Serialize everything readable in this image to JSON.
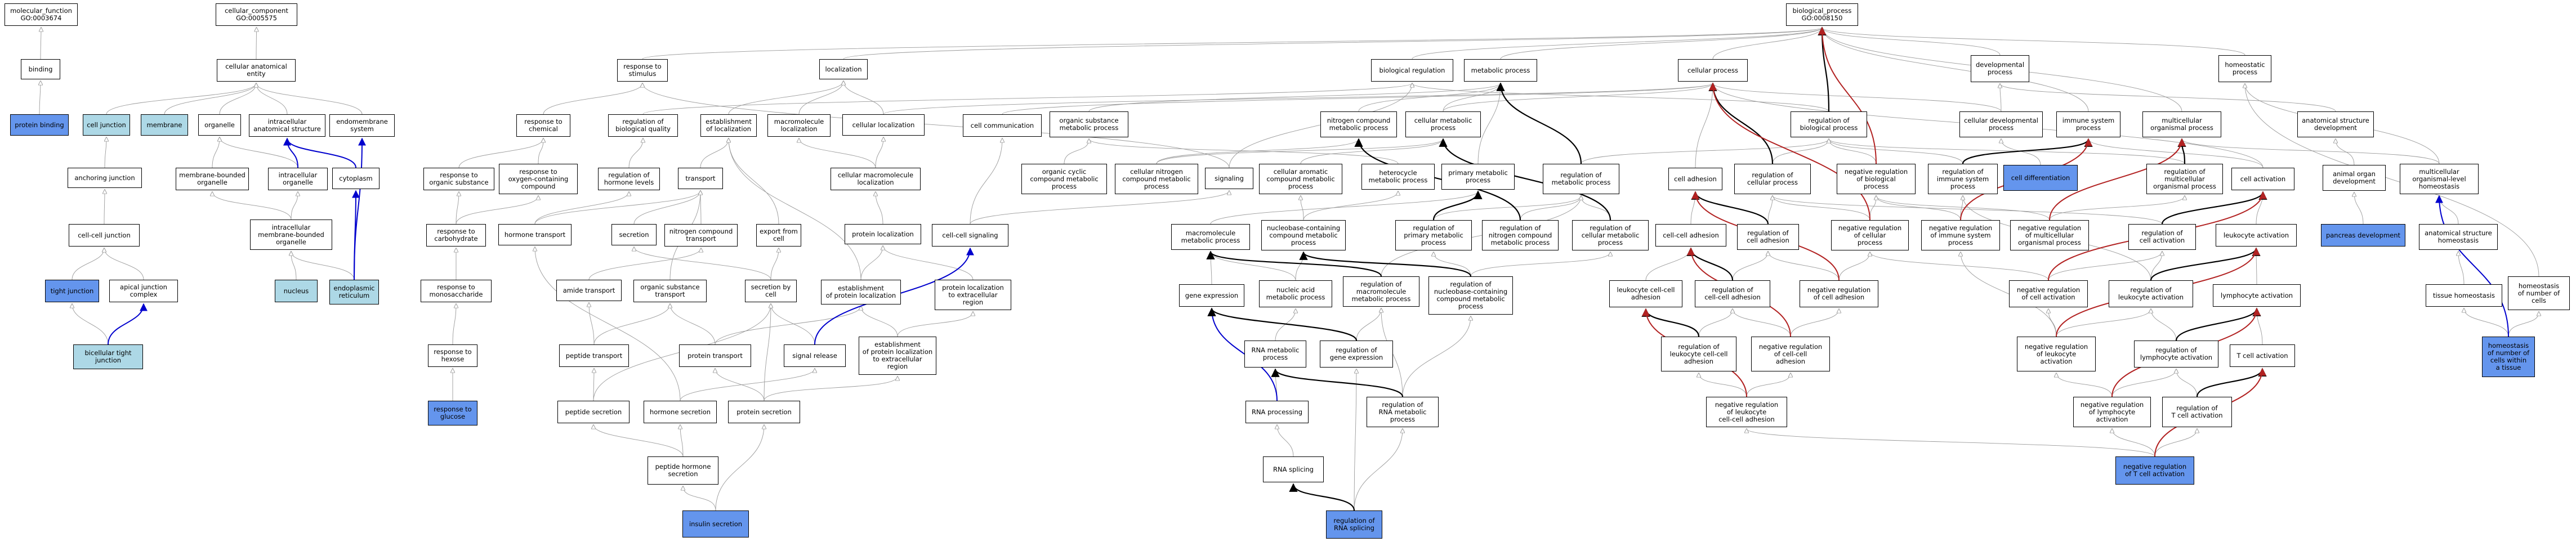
{
  "colors": {
    "query": "#6495ED",
    "component": "#ADD8E6",
    "plain": "#FFFFFF",
    "edge_is_a": "#9a9a9a",
    "edge_regulates": "#000000",
    "edge_neg_regulates": "#B22222",
    "edge_part_of": "#0000CD"
  },
  "nodes": {
    "molecular_function": "molecular_function\nGO:0003674",
    "binding": "binding",
    "protein_binding": "protein binding",
    "cellular_component": "cellular_component\nGO:0005575",
    "cellular_anatomical_entity": "cellular anatomical\nentity",
    "cell_junction": "cell junction",
    "membrane": "membrane",
    "organelle": "organelle",
    "intracellular_anatomical_structure": "intracellular\nanatomical structure",
    "endomembrane_system": "endomembrane\nsystem",
    "anchoring_junction": "anchoring junction",
    "membrane_bounded_organelle": "membrane-bounded\norganelle",
    "intracellular_organelle": "intracellular\norganelle",
    "cytoplasm": "cytoplasm",
    "cell_cell_junction": "cell-cell junction",
    "intracellular_membrane_bounded_organelle": "intracellular\nmembrane-bounded\norganelle",
    "tight_junction": "tight junction",
    "apical_junction_complex": "apical junction\ncomplex",
    "nucleus": "nucleus",
    "endoplasmic_reticulum": "endoplasmic\nreticulum",
    "bicellular_tight_junction": "bicellular tight\njunction",
    "response_to_stimulus": "response to\nstimulus",
    "response_to_chemical": "response to\nchemical",
    "response_to_organic_substance": "response to\norganic substance",
    "response_to_oxygen_containing_compound": "response to\noxygen-containing\ncompound",
    "response_to_carbohydrate": "response to\ncarbohydrate",
    "response_to_monosaccharide": "response to\nmonosaccharide",
    "response_to_hexose": "response to\nhexose",
    "response_to_glucose": "response to\nglucose",
    "localization": "localization",
    "regulation_of_biological_quality": "regulation of\nbiological quality",
    "establishment_of_localization": "establishment\nof localization",
    "macromolecule_localization": "macromolecule\nlocalization",
    "cellular_localization": "cellular localization",
    "regulation_of_hormone_levels": "regulation of\nhormone levels",
    "transport": "transport",
    "cellular_macromolecule_localization": "cellular macromolecule\nlocalization",
    "hormone_transport": "hormone transport",
    "secretion": "secretion",
    "nitrogen_compound_transport": "nitrogen compound\ntransport",
    "export_from_cell": "export from\ncell",
    "protein_localization": "protein localization",
    "amide_transport": "amide transport",
    "organic_substance_transport": "organic substance\ntransport",
    "secretion_by_cell": "secretion by\ncell",
    "establishment_of_protein_localization": "establishment\nof protein localization",
    "protein_localization_to_extracellular_region": "protein localization\nto extracellular\nregion",
    "peptide_transport": "peptide transport",
    "protein_transport": "protein transport",
    "signal_release": "signal release",
    "establishment_of_protein_localization_to_extracellular_region": "establishment\nof protein localization\nto extracellular\nregion",
    "peptide_secretion": "peptide secretion",
    "hormone_secretion": "hormone secretion",
    "protein_secretion": "protein secretion",
    "peptide_hormone_secretion": "peptide hormone\nsecretion",
    "insulin_secretion": "insulin secretion",
    "biological_process": "biological_process\nGO:0008150",
    "biological_regulation": "biological regulation",
    "metabolic_process": "metabolic process",
    "cellular_process": "cellular process",
    "developmental_process": "developmental\nprocess",
    "homeostatic_process": "homeostatic\nprocess",
    "cell_communication": "cell communication",
    "organic_substance_metabolic_process": "organic substance\nmetabolic process",
    "nitrogen_compound_metabolic_process": "nitrogen compound\nmetabolic process",
    "cellular_metabolic_process": "cellular metabolic\nprocess",
    "regulation_of_biological_process": "regulation of\nbiological process",
    "cellular_developmental_process": "cellular developmental\nprocess",
    "immune_system_process": "immune system\nprocess",
    "multicellular_organismal_process": "multicellular\norganismal process",
    "anatomical_structure_development": "anatomical structure\ndevelopment",
    "organic_cyclic_compound_metabolic_process": "organic cyclic\ncompound metabolic\nprocess",
    "cellular_nitrogen_compound_metabolic_process": "cellular nitrogen\ncompound metabolic\nprocess",
    "signaling": "signaling",
    "cellular_aromatic_compound_metabolic_process": "cellular aromatic\ncompound metabolic\nprocess",
    "heterocycle_metabolic_process": "heterocycle\nmetabolic process",
    "primary_metabolic_process": "primary metabolic\nprocess",
    "regulation_of_metabolic_process": "regulation of\nmetabolic process",
    "cell_adhesion": "cell adhesion",
    "regulation_of_cellular_process": "regulation of\ncellular process",
    "negative_regulation_of_biological_process": "negative regulation\nof biological\nprocess",
    "regulation_of_immune_system_process": "regulation of\nimmune system\nprocess",
    "cell_differentiation": "cell differentiation",
    "regulation_of_multicellular_organismal_process": "regulation of\nmulticellular\norganismal process",
    "cell_activation": "cell activation",
    "animal_organ_development": "animal organ\ndevelopment",
    "multicellular_organismal_level_homeostasis": "multicellular\norganismal-level\nhomeostasis",
    "cell_signaling": "cell-cell signaling",
    "macromolecule_metabolic_process": "macromolecule\nmetabolic process",
    "nucleobase_containing_compound_metabolic_process": "nucleobase-containing\ncompound metabolic\nprocess",
    "regulation_of_primary_metabolic_process": "regulation of\nprimary metabolic\nprocess",
    "regulation_of_nitrogen_compound_metabolic_process": "regulation of\nnitrogen compound\nmetabolic process",
    "regulation_of_cellular_metabolic_process": "regulation of\ncellular metabolic\nprocess",
    "cell_cell_adhesion": "cell-cell adhesion",
    "regulation_of_cell_adhesion": "regulation of\ncell adhesion",
    "negative_regulation_of_cellular_process": "negative regulation\nof cellular\nprocess",
    "negative_regulation_of_immune_system_process": "negative regulation\nof immune system\nprocess",
    "negative_regulation_of_multicellular_organismal_process": "negative regulation\nof multicellular\norganismal process",
    "regulation_of_cell_activation": "regulation of\ncell activation",
    "leukocyte_activation": "leukocyte activation",
    "pancreas_development": "pancreas development",
    "anatomical_structure_homeostasis": "anatomical structure\nhomeostasis",
    "homeostasis_of_number_of_cells": "homeostasis\nof number of\ncells",
    "gene_expression": "gene expression",
    "nucleic_acid_metabolic_process": "nucleic acid\nmetabolic process",
    "regulation_of_macromolecule_metabolic_process": "regulation of\nmacromolecule\nmetabolic process",
    "regulation_of_nucleobase_containing_compound_metabolic_process": "regulation of\nnucleobase-containing\ncompound metabolic\nprocess",
    "leukocyte_cell_cell_adhesion": "leukocyte cell-cell\nadhesion",
    "regulation_of_cell_cell_adhesion": "regulation of\ncell-cell adhesion",
    "negative_regulation_of_cell_adhesion": "negative regulation\nof cell adhesion",
    "negative_regulation_of_cell_activation": "negative regulation\nof cell activation",
    "regulation_of_leukocyte_activation": "regulation of\nleukocyte activation",
    "lymphocyte_activation": "lymphocyte activation",
    "tissue_homeostasis": "tissue homeostasis",
    "rna_metabolic_process": "RNA metabolic\nprocess",
    "regulation_of_gene_expression": "regulation of\ngene expression",
    "regulation_of_leukocyte_cell_cell_adhesion": "regulation of\nleukocyte cell-cell\nadhesion",
    "negative_regulation_of_cell_cell_adhesion": "negative regulation\nof cell-cell\nadhesion",
    "negative_regulation_of_leukocyte_activation": "negative regulation\nof leukocyte\nactivation",
    "regulation_of_lymphocyte_activation": "regulation of\nlymphocyte activation",
    "t_cell_activation": "T cell activation",
    "homeostasis_of_number_of_cells_within_a_tissue": "homeostasis\nof number of\ncells within\na tissue",
    "rna_processing": "RNA processing",
    "regulation_of_rna_metabolic_process": "regulation of\nRNA metabolic\nprocess",
    "negative_regulation_of_leukocyte_cell_cell_adhesion": "negative regulation\nof leukocyte\ncell-cell adhesion",
    "negative_regulation_of_lymphocyte_activation": "negative regulation\nof lymphocyte\nactivation",
    "regulation_of_t_cell_activation": "regulation of\nT cell activation",
    "rna_splicing": "RNA splicing",
    "negative_regulation_of_t_cell_activation": "negative regulation\nof T cell activation",
    "regulation_of_rna_splicing": "regulation of\nRNA splicing"
  }
}
